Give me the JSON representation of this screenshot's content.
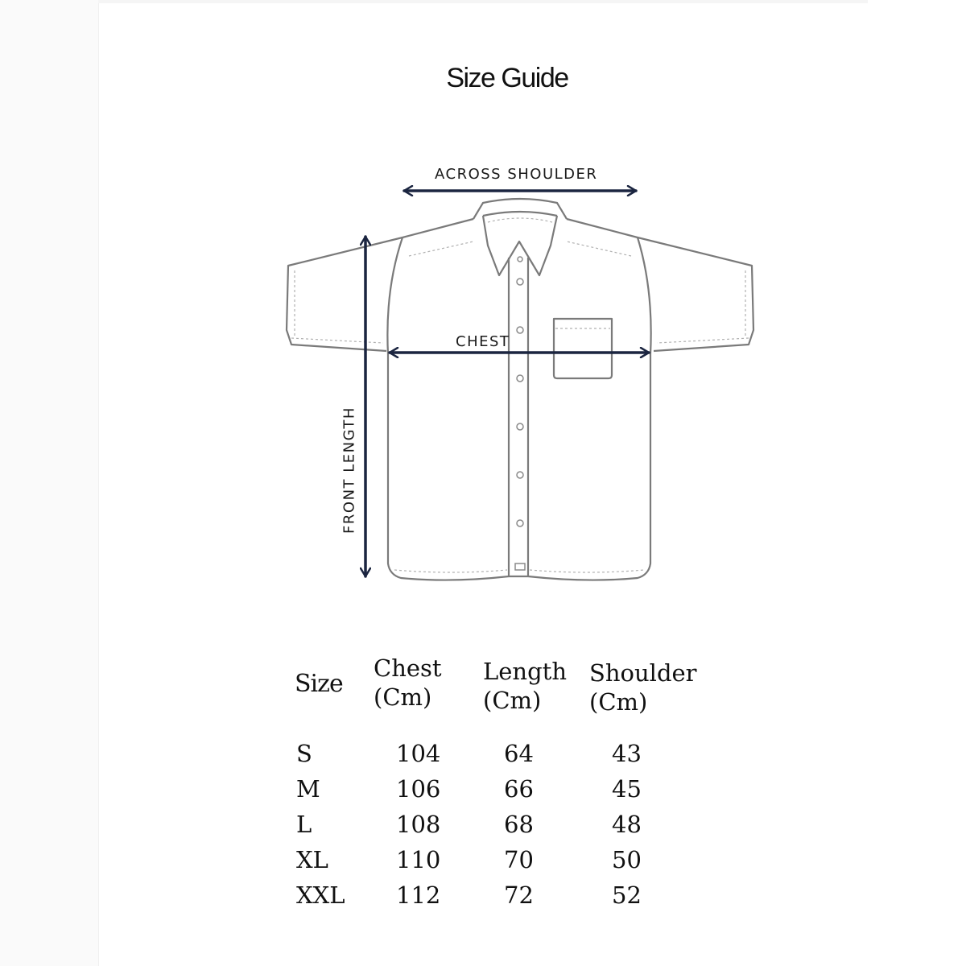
{
  "title": "Size Guide",
  "diagram": {
    "across_shoulder_label": "ACROSS SHOULDER",
    "chest_label": "CHEST",
    "front_length_label": "FRONT LENGTH",
    "colors": {
      "arrow": "#1b2540",
      "outline": "#7a7a7a",
      "stitch": "#b0b0b0"
    }
  },
  "table": {
    "headers": {
      "size": "Size",
      "chest": [
        "Chest",
        "(Cm)"
      ],
      "length": [
        "Length",
        "(Cm)"
      ],
      "shoulder": [
        "Shoulder",
        "(Cm)"
      ]
    },
    "rows": [
      {
        "size": "S",
        "chest": "104",
        "length": "64",
        "shoulder": "43"
      },
      {
        "size": "M",
        "chest": "106",
        "length": "66",
        "shoulder": "45"
      },
      {
        "size": "L",
        "chest": "108",
        "length": "68",
        "shoulder": "48"
      },
      {
        "size": "XL",
        "chest": "110",
        "length": "70",
        "shoulder": "50"
      },
      {
        "size": "XXL",
        "chest": "112",
        "length": "72",
        "shoulder": "52"
      }
    ]
  }
}
